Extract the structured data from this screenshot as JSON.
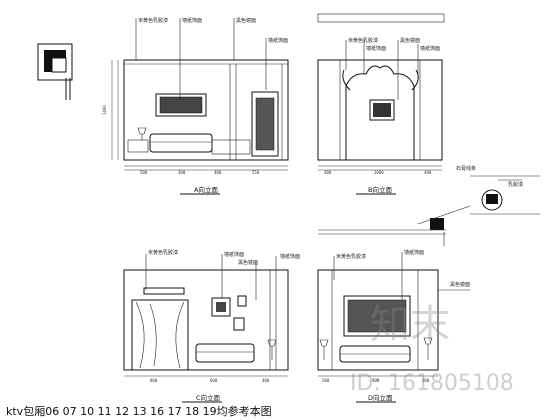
{
  "views": {
    "a": {
      "title": "A向立面",
      "dims": {
        "height": "1400",
        "w1": "500",
        "w2": "300",
        "w3": "400",
        "w4": "550"
      },
      "notes": [
        "米黄色乳胶漆",
        "墙纸饰面",
        "黑色镜面",
        "墙纸饰面"
      ]
    },
    "b": {
      "title": "B向立面",
      "dims": {
        "w1": "400",
        "w2": "1000",
        "w3": "400"
      },
      "notes": [
        "米黄色乳胶漆",
        "墙纸饰面",
        "黑色镜面",
        "墙纸饰面"
      ]
    },
    "c": {
      "title": "C向立面",
      "dims": {
        "w1": "800",
        "w2": "600",
        "w3": "400"
      },
      "notes": [
        "米黄色乳胶漆",
        "墙纸饰面",
        "黑色镜面",
        "墙纸饰面"
      ]
    },
    "d": {
      "title": "D向立面",
      "dims": {
        "w1": "500",
        "w2": "900",
        "w3": "300"
      },
      "notes": [
        "米黄色乳胶漆",
        "墙纸饰面",
        "黑色镜面"
      ]
    }
  },
  "detail": {
    "notes": [
      "石膏线条",
      "乳胶漆"
    ]
  },
  "caption": "ktv包厢06 07 10 11 12 13 16 17 18 19均参考本图",
  "watermark": {
    "brand": "知末",
    "id_text": "ID: 161805108"
  }
}
